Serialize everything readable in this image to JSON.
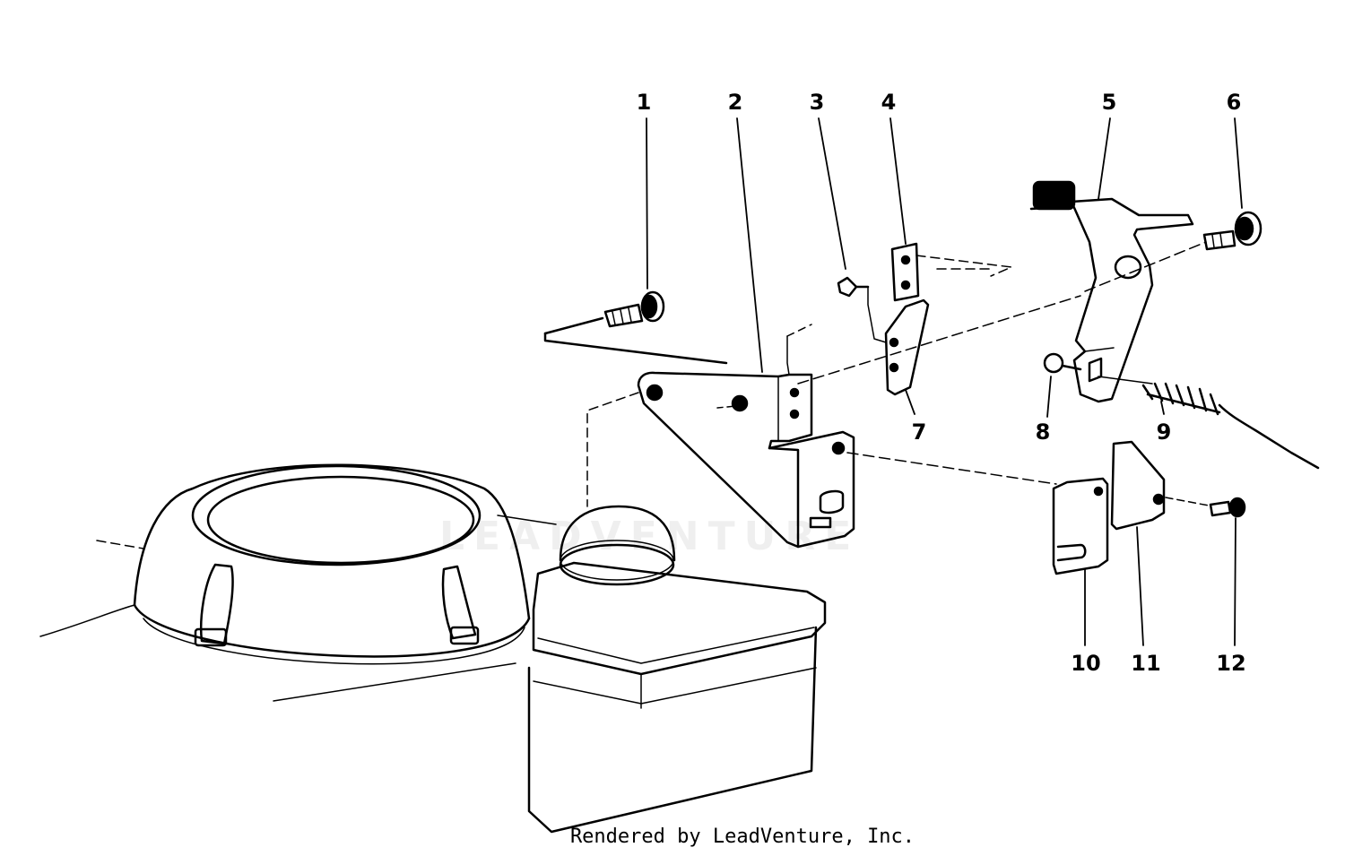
{
  "callouts": [
    {
      "id": "1",
      "label": "1"
    },
    {
      "id": "2",
      "label": "2"
    },
    {
      "id": "3",
      "label": "3"
    },
    {
      "id": "4",
      "label": "4"
    },
    {
      "id": "5",
      "label": "5"
    },
    {
      "id": "6",
      "label": "6"
    },
    {
      "id": "7",
      "label": "7"
    },
    {
      "id": "8",
      "label": "8"
    },
    {
      "id": "9",
      "label": "9"
    },
    {
      "id": "10",
      "label": "10"
    },
    {
      "id": "11",
      "label": "11"
    },
    {
      "id": "12",
      "label": "12"
    }
  ],
  "credit": "Rendered by LeadVenture, Inc.",
  "watermark": "LEADVENTURE",
  "colors": {
    "ink": "#000000",
    "paper": "#ffffff"
  }
}
